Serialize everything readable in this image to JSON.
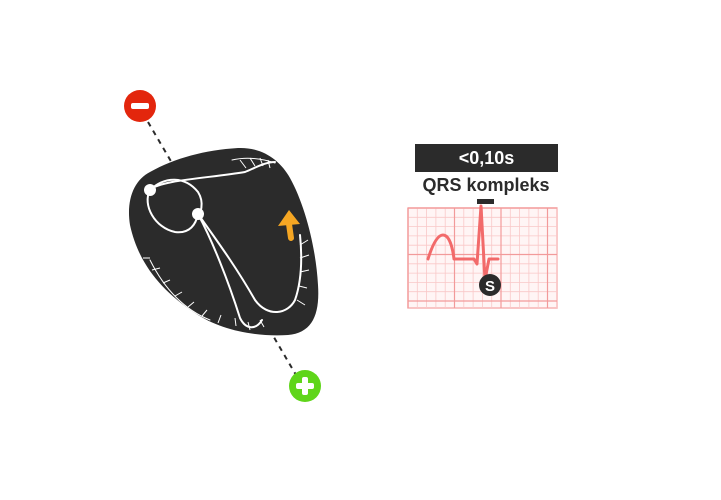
{
  "ecg": {
    "duration_label": "<0,10s",
    "title": "QRS kompleks",
    "wave_marker": "S"
  },
  "electrodes": {
    "negative_symbol": "−",
    "positive_symbol": "+"
  },
  "colors": {
    "negative_electrode": "#e3260d",
    "positive_electrode": "#5fd51a",
    "heart": "#2b2b2b",
    "conduction_arrow": "#f5a623",
    "ecg_trace": "#f26a6a",
    "ecg_grid": "#f7b3b3",
    "badge": "#2b2b2b"
  }
}
